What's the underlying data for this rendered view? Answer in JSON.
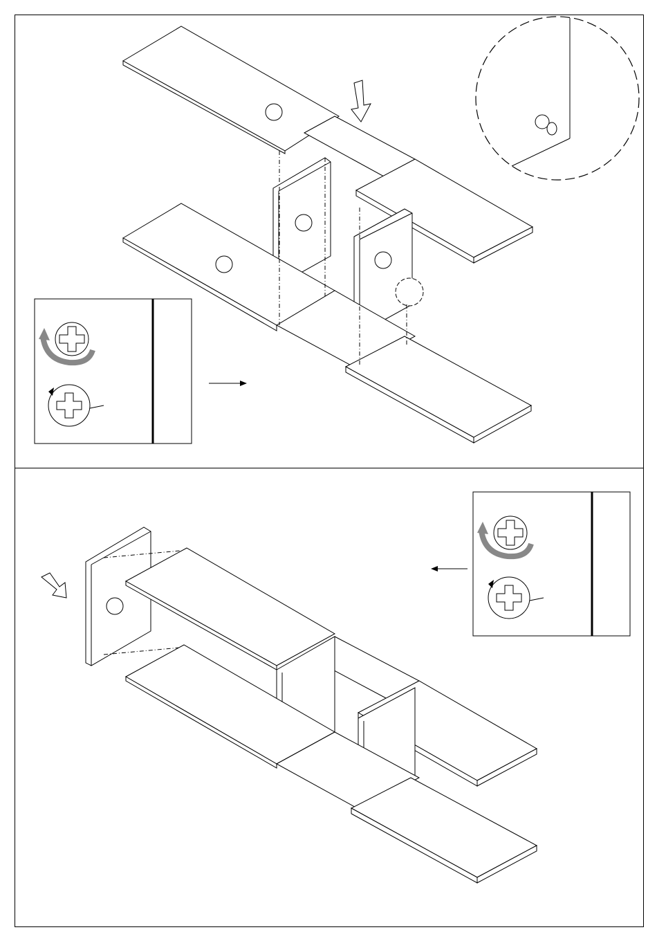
{
  "diagram": {
    "steps": [
      {
        "id": "step-top",
        "panel_count": 6,
        "fastener_callout": "cam-lock-tighten"
      },
      {
        "id": "step-bottom",
        "panel_count": 5,
        "fastener_callout": "cam-lock-tighten"
      }
    ],
    "icons": {
      "insert_arrow": "down-arrow-icon",
      "detail_magnifier": "detail-circle-icon",
      "cam_loosen": "cam-rotate-ccw-icon",
      "cam_tighten": "cam-rotate-cw-icon"
    },
    "colors": {
      "line": "#000000",
      "background": "#ffffff",
      "rotate_arrow": "#888888"
    }
  }
}
